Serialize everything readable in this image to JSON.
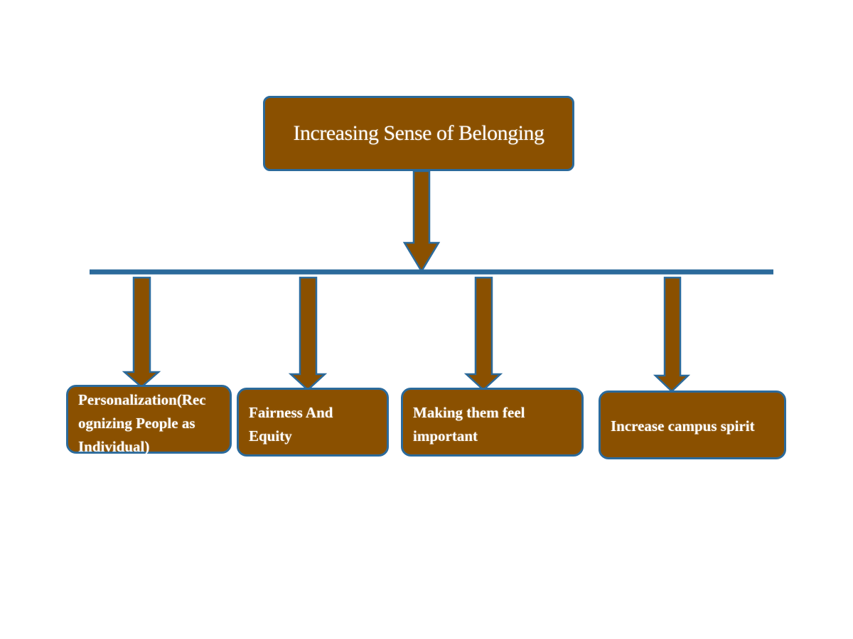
{
  "diagram": {
    "root": {
      "label": "Increasing Sense of Belonging"
    },
    "children": [
      {
        "label": "Personalization(Recognizing People as Individual)",
        "lines": [
          "Personalization(Rec",
          "ognizing People as",
          "Individual)"
        ]
      },
      {
        "label": "Fairness And Equity",
        "lines": [
          "Fairness And",
          "Equity"
        ]
      },
      {
        "label": "Making them feel important",
        "lines": [
          "Making them feel",
          "important"
        ]
      },
      {
        "label": "Increase campus spirit",
        "lines": [
          "Increase campus spirit"
        ]
      }
    ]
  },
  "colors": {
    "box_fill": "#8a5000",
    "box_border": "#2b6a9b",
    "connector_line": "#2b6a9b",
    "arrow_fill": "#8a5000",
    "text": "#ffffff"
  }
}
